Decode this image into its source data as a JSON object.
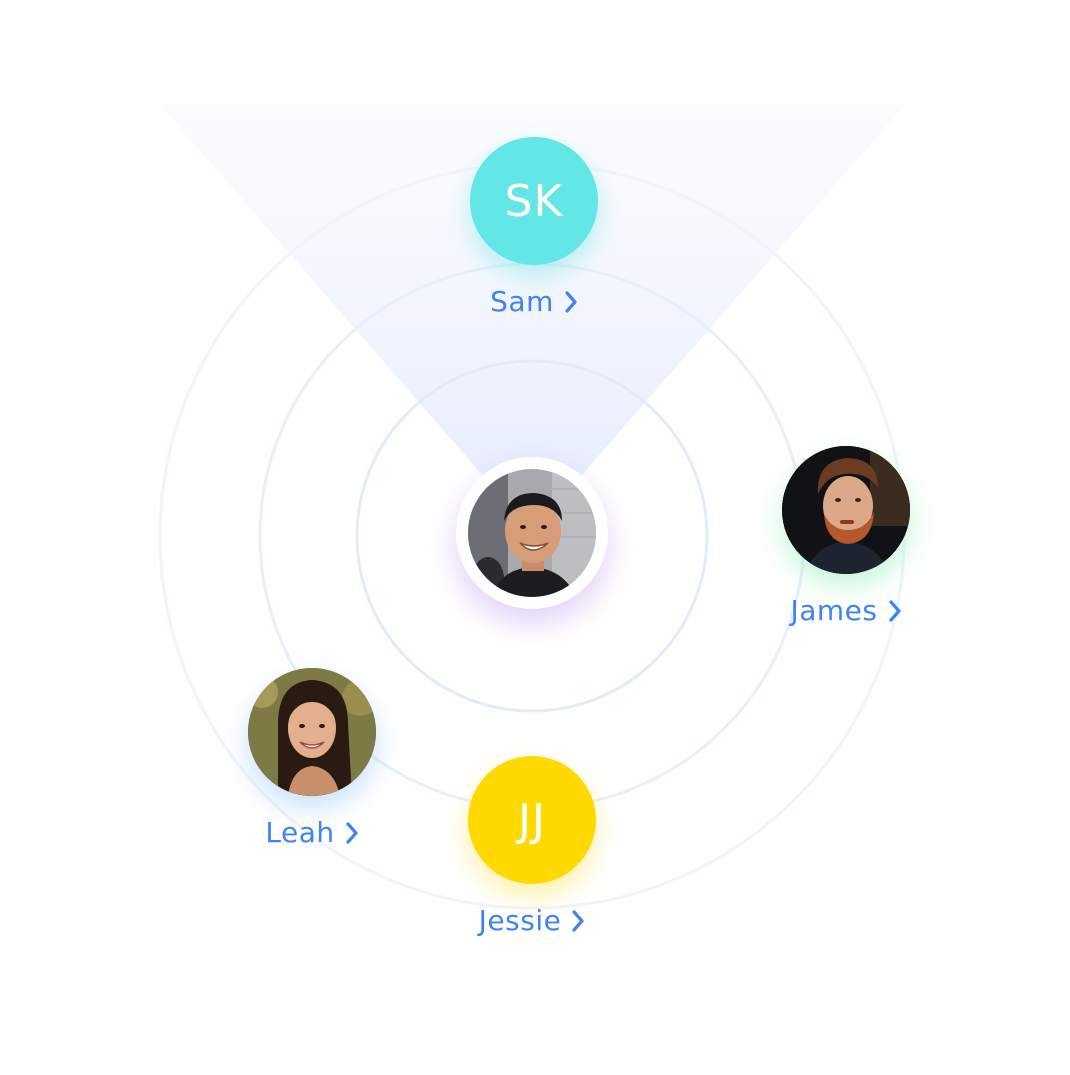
{
  "user": {
    "avatar_icon": "user-portrait-icon"
  },
  "contacts": [
    {
      "name": "Sam",
      "initials": "SK",
      "avatar_color": "#63e6e6",
      "glow_color": "#63e6e6",
      "chevron_icon": "chevron-right-icon"
    },
    {
      "name": "James",
      "initials": "",
      "avatar_icon": "photo-portrait-icon",
      "glow_color": "#8af0b0",
      "chevron_icon": "chevron-right-icon"
    },
    {
      "name": "Leah",
      "initials": "",
      "avatar_icon": "photo-portrait-icon",
      "glow_color": "#9cc8ff",
      "chevron_icon": "chevron-right-icon"
    },
    {
      "name": "Jessie",
      "initials": "JJ",
      "avatar_color": "#ffd900",
      "glow_color": "#ffe870",
      "chevron_icon": "chevron-right-icon"
    }
  ],
  "colors": {
    "link": "#3f84f5",
    "ring": "#e3ebfb",
    "beam": "#eef3fd"
  }
}
